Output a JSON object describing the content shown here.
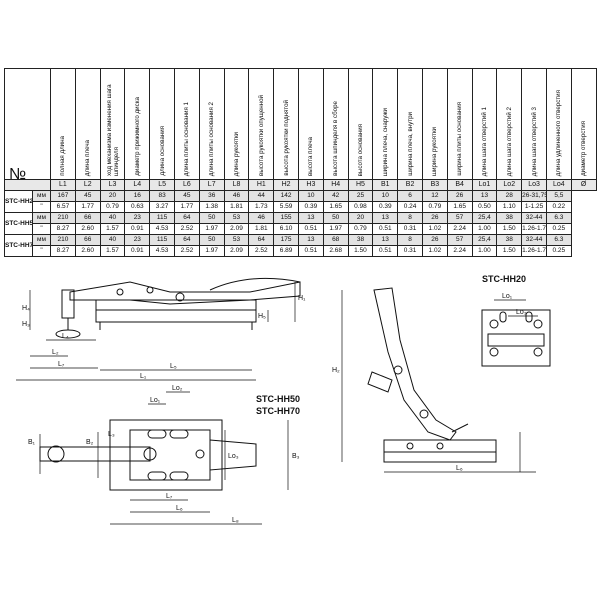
{
  "table": {
    "corner_label": "№",
    "headers": [
      "полная длина",
      "длина плеча",
      "ход механизма изменения шага шпинделя",
      "диаметр прижимного диска",
      "длина основания",
      "длина плиты основания 1",
      "длина плиты основания 2",
      "длина рукоятки",
      "высота рукоятки опущенной",
      "высота рукоятки поднятой",
      "высота плеча",
      "высота шпинделя в сборе",
      "высота основания",
      "ширина плеча, снаружи",
      "ширина плеча, внутри",
      "ширина рукоятки",
      "ширина плиты основания",
      "длина шага отверстий 1",
      "длина шага отверстий 2",
      "длина шага отверстий 3",
      "длина удлиненного отверстия",
      "диаметр отверстия"
    ],
    "symbols": [
      "L1",
      "L2",
      "L3",
      "L4",
      "L5",
      "L6",
      "L7",
      "L8",
      "H1",
      "H2",
      "H3",
      "H4",
      "H5",
      "B1",
      "B2",
      "B3",
      "B4",
      "Lo1",
      "Lo2",
      "Lo3",
      "Lo4",
      "Ø"
    ],
    "rows": [
      {
        "model": "STC-HH20",
        "unit": "мм",
        "values": [
          "167",
          "45",
          "20",
          "16",
          "83",
          "45",
          "36",
          "46",
          "44",
          "142",
          "10",
          "42",
          "25",
          "10",
          "6",
          "12",
          "26",
          "13",
          "28",
          "26-31,75",
          "5,5"
        ]
      },
      {
        "model": "",
        "unit": "\"",
        "values": [
          "6.57",
          "1.77",
          "0.79",
          "0.63",
          "3.27",
          "1.77",
          "1.38",
          "1.81",
          "1.73",
          "5.59",
          "0.39",
          "1.65",
          "0.98",
          "0.39",
          "0.24",
          "0.79",
          "1.65",
          "0.50",
          "1.10",
          "1-1.25",
          "0.22"
        ]
      },
      {
        "model": "STC-HH50",
        "unit": "мм",
        "values": [
          "210",
          "66",
          "40",
          "23",
          "115",
          "64",
          "50",
          "53",
          "46",
          "155",
          "13",
          "50",
          "20",
          "13",
          "8",
          "26",
          "57",
          "25,4",
          "38",
          "32-44",
          "6.3"
        ]
      },
      {
        "model": "",
        "unit": "\"",
        "values": [
          "8.27",
          "2.60",
          "1.57",
          "0.91",
          "4.53",
          "2.52",
          "1.97",
          "2.09",
          "1.81",
          "6.10",
          "0.51",
          "1.97",
          "0.79",
          "0.51",
          "0.31",
          "1.02",
          "2.24",
          "1.00",
          "1.50",
          "1.26-1.73",
          "0.25"
        ]
      },
      {
        "model": "STC-HH70",
        "unit": "мм",
        "values": [
          "210",
          "66",
          "40",
          "23",
          "115",
          "64",
          "50",
          "53",
          "64",
          "175",
          "13",
          "68",
          "38",
          "13",
          "8",
          "26",
          "57",
          "25,4",
          "38",
          "32-44",
          "6.3"
        ]
      },
      {
        "model": "",
        "unit": "\"",
        "values": [
          "8.27",
          "2.60",
          "1.57",
          "0.91",
          "4.53",
          "2.52",
          "1.97",
          "2.09",
          "2.52",
          "6.89",
          "0.51",
          "2.68",
          "1.50",
          "0.51",
          "0.31",
          "1.02",
          "2.24",
          "1.00",
          "1.50",
          "1.26-1.73",
          "0.25"
        ]
      }
    ]
  },
  "drawings": {
    "title_hh20": "STC-HH20",
    "title_hh50_70_a": "STC-HH50",
    "title_hh50_70_b": "STC-HH70",
    "side_labels": {
      "h4": "H₄",
      "h3": "H₃",
      "h1": "H₁",
      "h5": "H₅",
      "l4": "L₄",
      "l2": "L₂",
      "l7": "L₇",
      "l5": "L₅",
      "l1": "L₁"
    },
    "plan_labels": {
      "lo1": "Lo₁",
      "lo2": "Lo₂",
      "b1": "B₁",
      "b2": "B₂",
      "l3": "L₃",
      "lo3": "Lo₃",
      "b3": "B₃",
      "l7": "L₇",
      "l6": "L₆",
      "l8": "L₈"
    },
    "raised_labels": {
      "h2": "H₂",
      "l6": "L₆"
    },
    "hh20_labels": {
      "lo1": "Lo₁",
      "lo3": "Lo₃"
    }
  },
  "colors": {
    "mm_row": "#e3e3e3",
    "ink": "#111111"
  }
}
